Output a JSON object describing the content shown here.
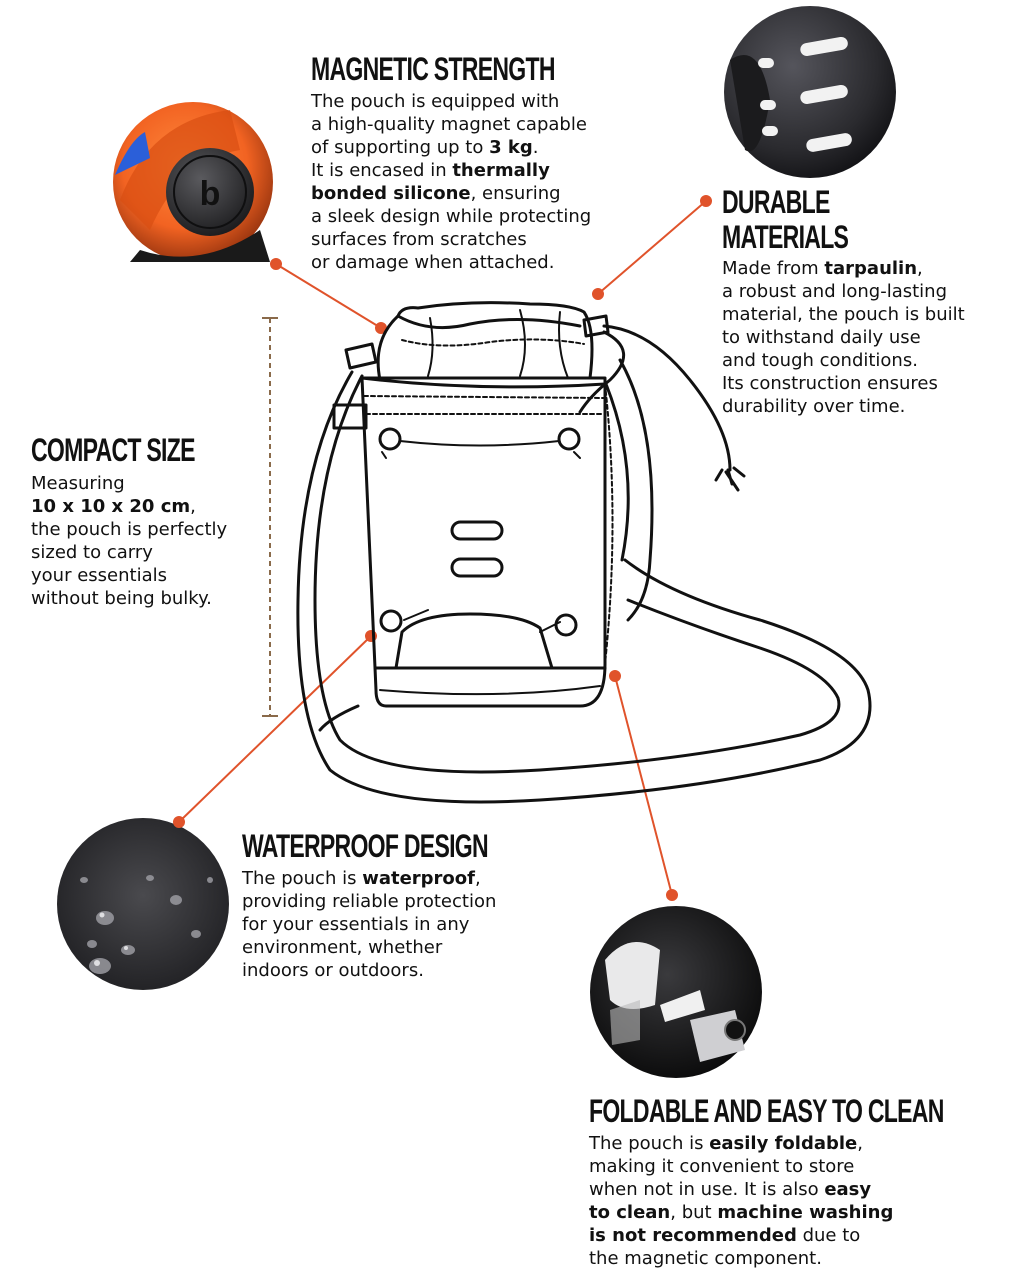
{
  "features": {
    "magnetic": {
      "title": "MAGNETIC STRENGTH",
      "lines": [
        [
          {
            "t": "The pouch is equipped with"
          }
        ],
        [
          {
            "t": "a high-quality magnet capable"
          }
        ],
        [
          {
            "t": "of supporting up to "
          },
          {
            "t": "3 kg",
            "b": true
          },
          {
            "t": "."
          }
        ],
        [
          {
            "t": "It is encased in "
          },
          {
            "t": "thermally",
            "b": true
          }
        ],
        [
          {
            "t": "bonded silicone",
            "b": true
          },
          {
            "t": ", ensuring"
          }
        ],
        [
          {
            "t": "a sleek design while protecting"
          }
        ],
        [
          {
            "t": "surfaces from scratches"
          }
        ],
        [
          {
            "t": "or damage when attached."
          }
        ]
      ]
    },
    "durable": {
      "title_lines": [
        "DURABLE",
        "MATERIALS"
      ],
      "lines": [
        [
          {
            "t": "Made from "
          },
          {
            "t": "tarpaulin",
            "b": true
          },
          {
            "t": ","
          }
        ],
        [
          {
            "t": "a robust and long-lasting"
          }
        ],
        [
          {
            "t": "material, the pouch is built"
          }
        ],
        [
          {
            "t": "to withstand daily use"
          }
        ],
        [
          {
            "t": "and tough conditions."
          }
        ],
        [
          {
            "t": "Its construction ensures"
          }
        ],
        [
          {
            "t": "durability over time."
          }
        ]
      ]
    },
    "compact": {
      "title": "COMPACT SIZE",
      "lines": [
        [
          {
            "t": "Measuring"
          }
        ],
        [
          {
            "t": "10 x 10 x 20 cm",
            "b": true
          },
          {
            "t": ","
          }
        ],
        [
          {
            "t": "the pouch is perfectly"
          }
        ],
        [
          {
            "t": "sized to carry"
          }
        ],
        [
          {
            "t": "your essentials"
          }
        ],
        [
          {
            "t": "without being bulky."
          }
        ]
      ]
    },
    "waterproof": {
      "title": "WATERPROOF DESIGN",
      "lines": [
        [
          {
            "t": "The pouch is "
          },
          {
            "t": "waterproof",
            "b": true
          },
          {
            "t": ","
          }
        ],
        [
          {
            "t": "providing reliable protection"
          }
        ],
        [
          {
            "t": "for your essentials in any"
          }
        ],
        [
          {
            "t": "environment, whether"
          }
        ],
        [
          {
            "t": "indoors or outdoors."
          }
        ]
      ]
    },
    "foldable": {
      "title": "FOLDABLE AND EASY TO CLEAN",
      "lines": [
        [
          {
            "t": "The pouch is "
          },
          {
            "t": "easily foldable",
            "b": true
          },
          {
            "t": ","
          }
        ],
        [
          {
            "t": "making it convenient to store"
          }
        ],
        [
          {
            "t": "when not in use. It is also "
          },
          {
            "t": "easy",
            "b": true
          }
        ],
        [
          {
            "t": "to clean",
            "b": true
          },
          {
            "t": ", but "
          },
          {
            "t": "machine washing",
            "b": true
          }
        ],
        [
          {
            "t": "is not recommended",
            "b": true
          },
          {
            "t": " due to"
          }
        ],
        [
          {
            "t": "the magnetic component."
          }
        ]
      ]
    }
  },
  "colors": {
    "leader": "#e0532b",
    "dimension": "#8a6a4a",
    "outline": "#111111",
    "photo_orange": "#f26322",
    "photo_dark": "#2a2a2e"
  },
  "icons": {
    "leader_dot": "orange-dot",
    "dimension_marker": "dashed-dimension-line"
  }
}
